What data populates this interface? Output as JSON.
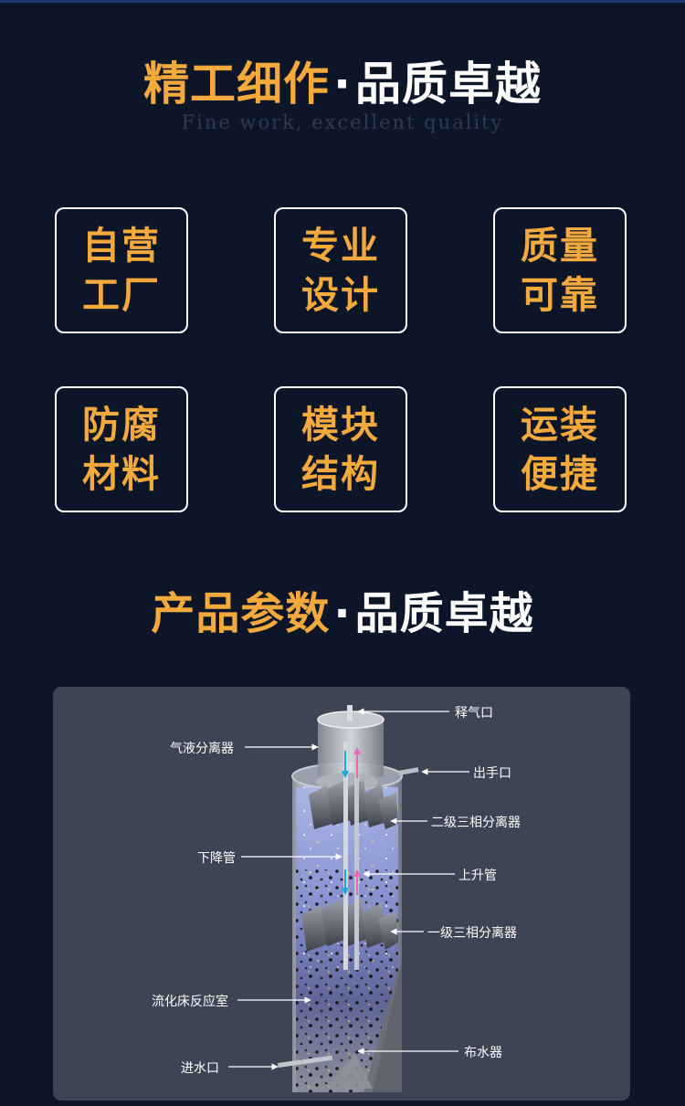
{
  "section1": {
    "title_gold": "精工细作",
    "title_dot": "·",
    "title_white": "品质卓越",
    "subtitle": "Fine work, excellent quality"
  },
  "features": [
    {
      "line1": "自营",
      "line2": "工厂"
    },
    {
      "line1": "专业",
      "line2": "设计"
    },
    {
      "line1": "质量",
      "line2": "可靠"
    },
    {
      "line1": "防腐",
      "line2": "材料"
    },
    {
      "line1": "模块",
      "line2": "结构"
    },
    {
      "line1": "运装",
      "line2": "便捷"
    }
  ],
  "section2": {
    "title_gold": "产品参数",
    "title_dot": "·",
    "title_white": "品质卓越"
  },
  "diagram": {
    "labels": {
      "vent": "释气口",
      "gas_liquid_separator": "气液分离器",
      "outlet": "出手口",
      "second_separator": "二级三相分离器",
      "downcomer": "下降管",
      "riser": "上升管",
      "first_separator": "一级三相分离器",
      "reaction_chamber": "流化床反应室",
      "water_distributor": "布水器",
      "inlet": "进水口"
    }
  },
  "colors": {
    "background": "#0c1628",
    "accent": "#f4a93c",
    "panel": "#3d4554"
  }
}
